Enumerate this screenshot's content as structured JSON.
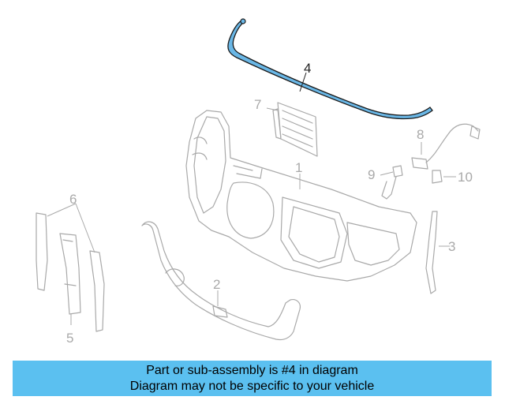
{
  "diagram": {
    "callouts": [
      {
        "id": "1",
        "text": "1"
      },
      {
        "id": "2",
        "text": "2"
      },
      {
        "id": "3",
        "text": "3"
      },
      {
        "id": "4",
        "text": "4",
        "highlighted": true
      },
      {
        "id": "5",
        "text": "5"
      },
      {
        "id": "6",
        "text": "6"
      },
      {
        "id": "7",
        "text": "7"
      },
      {
        "id": "8",
        "text": "8"
      },
      {
        "id": "9",
        "text": "9"
      },
      {
        "id": "10",
        "text": "10"
      }
    ],
    "colors": {
      "highlight_fill": "#6ab7e6",
      "highlight_stroke": "#1a1a1a",
      "line_gray": "#a9a9a9",
      "banner": "#5bc0f0"
    }
  },
  "banner": {
    "line1": "Part or sub-assembly is #4 in diagram",
    "line2": "Diagram may not be specific to your vehicle"
  }
}
